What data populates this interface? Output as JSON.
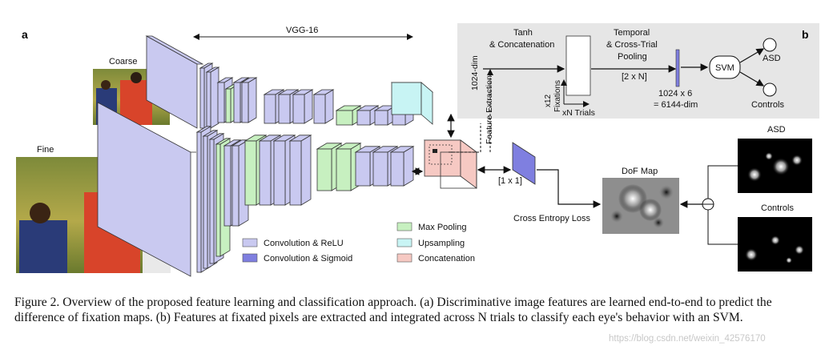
{
  "panel_a": {
    "label": "a",
    "vgg_label": "VGG-16",
    "coarse_label": "Coarse",
    "fine_label": "Fine",
    "dof_map_label": "DoF Map",
    "size_label": "[1 x 1]",
    "loss_label": "Cross Entropy Loss",
    "asd_label": "ASD",
    "controls_label": "Controls",
    "feature_extraction_label": "Feature Extraction"
  },
  "panel_b": {
    "label": "b",
    "dim_label": "1024-dim",
    "tanh_label_1": "Tanh",
    "tanh_label_2": "& Concatenation",
    "fixations_count": "x12",
    "fixations_label": "Fixations",
    "trials_label": "xN Trials",
    "pooling_label_1": "Temporal",
    "pooling_label_2": "& Cross-Trial",
    "pooling_label_3": "Pooling",
    "pool_size": "[2 x N]",
    "out_dim_1": "1024 x 6",
    "out_dim_2": "= 6144-dim",
    "svm_label": "SVM",
    "asd_label": "ASD",
    "controls_label": "Controls"
  },
  "legend": {
    "items": [
      {
        "label": "Convolution & ReLU",
        "color": "#c9c9f0"
      },
      {
        "label": "Convolution & Sigmoid",
        "color": "#7f7fe0"
      },
      {
        "label": "Max Pooling",
        "color": "#c7f0c0"
      },
      {
        "label": "Upsampling",
        "color": "#c8f4f4"
      },
      {
        "label": "Concatenation",
        "color": "#f6c9c3"
      }
    ]
  },
  "caption": "Figure 2. Overview of the proposed feature learning and classification approach. (a) Discriminative image features are learned end-to-end to predict the difference of fixation maps. (b) Features at fixated pixels are extracted and integrated across N trials to classify each eye's behavior with an SVM.",
  "watermark": "https://blog.csdn.net/weixin_42576170"
}
